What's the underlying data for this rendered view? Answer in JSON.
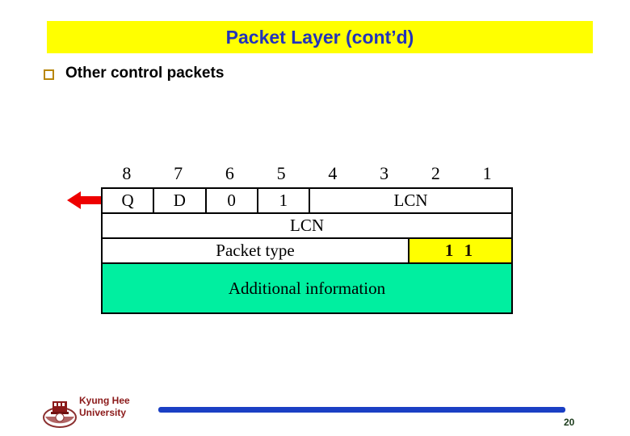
{
  "slide": {
    "title": "Packet Layer (cont’d)",
    "title_bg_color": "#ffff00",
    "title_text_color": "#2233bb",
    "bullet": {
      "marker": "square-bullet-icon",
      "text": "Other control packets"
    }
  },
  "diagram": {
    "name": "packet-format-diagram",
    "bit_numbers": [
      "8",
      "7",
      "6",
      "5",
      "4",
      "3",
      "2",
      "1"
    ],
    "arrow": {
      "name": "red-left-arrow-icon",
      "color": "#ee0000",
      "direction": "left"
    },
    "rows": [
      {
        "name": "header-octet-1",
        "cells": [
          {
            "label": "Q",
            "span": 1,
            "bg": "#ffffff"
          },
          {
            "label": "D",
            "span": 1,
            "bg": "#ffffff"
          },
          {
            "label": "0",
            "span": 1,
            "bg": "#ffffff"
          },
          {
            "label": "1",
            "span": 1,
            "bg": "#ffffff"
          },
          {
            "label": "LCN",
            "span": 4,
            "bg": "#ffffff"
          }
        ]
      },
      {
        "name": "header-octet-2",
        "cells": [
          {
            "label": "LCN",
            "span": 8,
            "bg": "#ffffff"
          }
        ]
      },
      {
        "name": "header-octet-3",
        "cells": [
          {
            "label": "Packet type",
            "span": 6,
            "bg": "#ffffff"
          },
          {
            "label": "1 1",
            "span": 2,
            "bg": "#ffff00"
          }
        ]
      },
      {
        "name": "additional-information-field",
        "cells": [
          {
            "label": "Additional information",
            "span": 8,
            "bg": "#00efa0"
          }
        ]
      }
    ]
  },
  "footer": {
    "logo_name": "kyung-hee-university-crest-icon",
    "university_line1": "Kyung Hee",
    "university_line2": "University",
    "university_color": "#8b1a1a",
    "rule_color": "#1a3fc4",
    "page_number": "20"
  }
}
